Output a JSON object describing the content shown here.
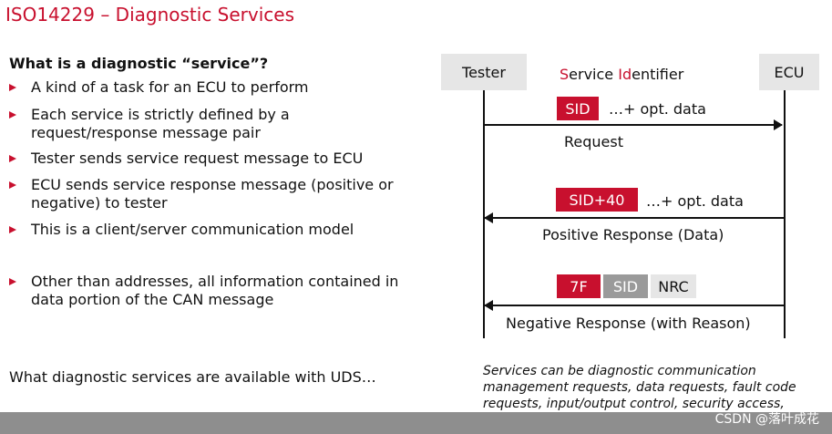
{
  "title": "ISO14229 – Diagnostic Services",
  "left": {
    "heading": "What is a diagnostic “service”?",
    "bullets": [
      "A kind of a task for an ECU to perform",
      "Each service is strictly defined by a request/response message pair",
      "Tester sends service request message to ECU",
      "ECU sends service response message (positive or negative) to tester",
      "This is a client/server communication model",
      "Other than addresses, all information contained in data portion of the CAN message"
    ],
    "question": "What diagnostic services are available with UDS…"
  },
  "diagram": {
    "tester": "Tester",
    "ecu": "ECU",
    "service_identifier": {
      "s": "S",
      "ervice": "ervice ",
      "id": "Id",
      "entifier": "entifier"
    },
    "request": {
      "chip": "SID",
      "opt": "…+ opt. data",
      "label": "Request"
    },
    "positive": {
      "chip": "SID+40",
      "opt": "…+ opt. data",
      "label": "Positive Response (Data)"
    },
    "negative": {
      "chips": [
        "7F",
        "SID",
        "NRC"
      ],
      "label": "Negative Response (with Reason)"
    }
  },
  "note": "Services can be diagnostic communication management requests, data requests, fault code requests, input/output control, security access, reprogramming requests…",
  "watermark": "CSDN @落叶成花",
  "colors": {
    "accent": "#c8102e",
    "box": "#e6e6e6",
    "grey_chip": "#9a9a9a"
  }
}
